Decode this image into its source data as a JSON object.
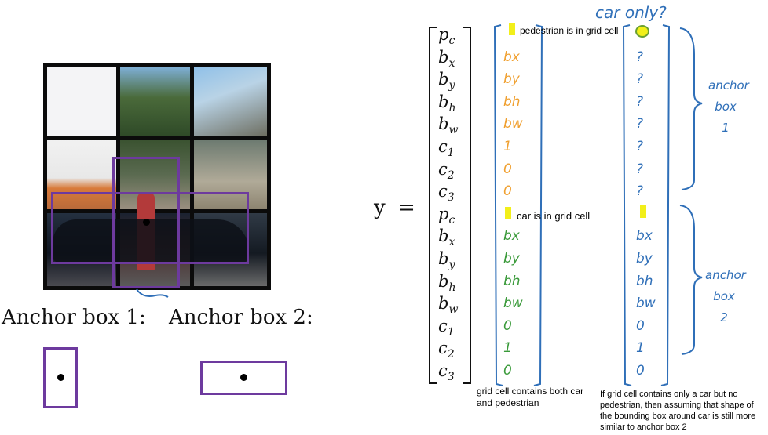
{
  "vector": {
    "lhs": "y",
    "equals": "=",
    "rows": [
      {
        "base": "p",
        "sub": "c"
      },
      {
        "base": "b",
        "sub": "x"
      },
      {
        "base": "b",
        "sub": "y"
      },
      {
        "base": "b",
        "sub": "h"
      },
      {
        "base": "b",
        "sub": "w"
      },
      {
        "base": "c",
        "sub": "1"
      },
      {
        "base": "c",
        "sub": "2"
      },
      {
        "base": "c",
        "sub": "3"
      },
      {
        "base": "p",
        "sub": "c"
      },
      {
        "base": "b",
        "sub": "x"
      },
      {
        "base": "b",
        "sub": "y"
      },
      {
        "base": "b",
        "sub": "h"
      },
      {
        "base": "b",
        "sub": "w"
      },
      {
        "base": "c",
        "sub": "1"
      },
      {
        "base": "c",
        "sub": "2"
      },
      {
        "base": "c",
        "sub": "3"
      }
    ]
  },
  "anchor_labels": {
    "box1": "Anchor box 1:",
    "box2": "Anchor box 2:"
  },
  "column1": {
    "top": [
      "",
      "bx",
      "by",
      "bh",
      "bw",
      "1",
      "0",
      "0"
    ],
    "bottom": [
      "",
      "bx",
      "by",
      "bh",
      "bw",
      "0",
      "1",
      "0"
    ],
    "top_color": "#f0a030",
    "bottom_color": "#3a9a3a",
    "note_pedestrian": "pedestrian is in grid cell",
    "note_car": "car is in grid cell",
    "caption": "grid cell contains both car  and pedestrian"
  },
  "column2": {
    "header": "car only?",
    "top": [
      "",
      "?",
      "?",
      "?",
      "?",
      "?",
      "?",
      "?"
    ],
    "bottom": [
      "",
      "bx",
      "by",
      "bh",
      "bw",
      "0",
      "1",
      "0"
    ],
    "caption": "If grid cell contains only a car but no pedestrian, then assuming that shape of the bounding box around car is still more similar to anchor box 2"
  },
  "brace_labels": {
    "top": [
      "anchor",
      "box",
      "1"
    ],
    "bottom": [
      "anchor",
      "box",
      "2"
    ]
  },
  "colors": {
    "anchor_purple": "#6d3a9e",
    "pen_blue": "#2f6fb8",
    "highlight_yellow": "#f2ef1a",
    "ink_orange": "#f0a030",
    "ink_green": "#3a9a3a"
  }
}
